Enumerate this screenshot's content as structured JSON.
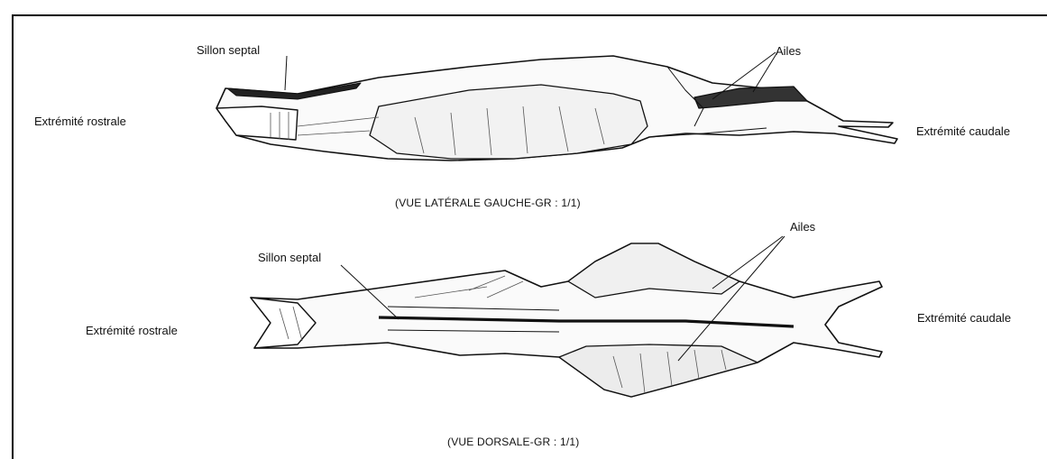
{
  "top_view": {
    "label_groove": "Sillon septal",
    "label_wings": "Ailes",
    "label_rostral": "Extrémité rostrale",
    "label_caudal": "Extrémité caudale",
    "caption": "(VUE LATÉRALE GAUCHE-GR : 1/1)"
  },
  "bottom_view": {
    "label_groove": "Sillon septal",
    "label_wings": "Ailes",
    "label_rostral": "Extrémité rostrale",
    "label_caudal": "Extrémité caudale",
    "caption": "(VUE DORSALE-GR : 1/1)"
  }
}
